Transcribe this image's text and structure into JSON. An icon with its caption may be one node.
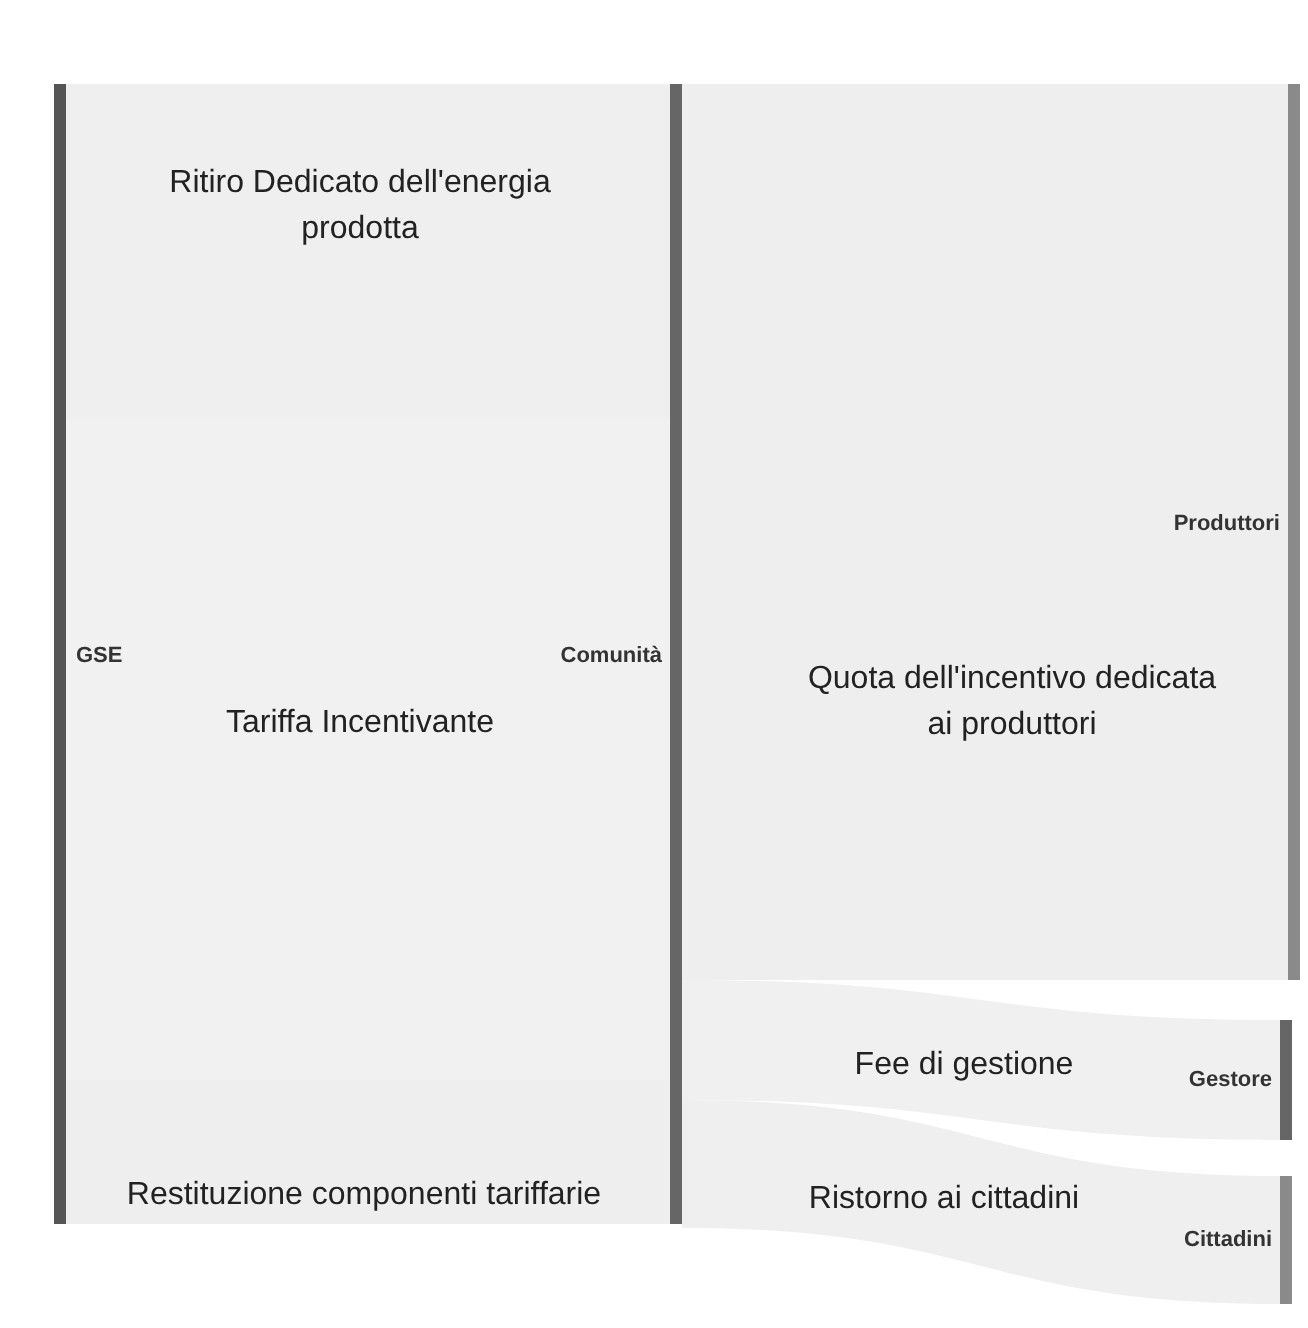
{
  "diagram": {
    "nodes": [
      {
        "text": [
          "GSE"
        ]
      },
      {
        "text": [
          "Comunità"
        ]
      },
      {
        "text": [
          "Produttori"
        ]
      },
      {
        "text": [
          "Gestore"
        ]
      },
      {
        "text": [
          "Cittadini"
        ]
      }
    ],
    "edges": [
      {
        "from": 0,
        "to": 1,
        "arrow": "none",
        "label": "Ritiro Dedicato dell'energia prodotta"
      },
      {
        "from": 0,
        "to": 1,
        "arrow": "none",
        "label": "Tariffa Incentivante"
      },
      {
        "from": 0,
        "to": 1,
        "arrow": "none",
        "label": "Restituzione componenti tariffarie"
      },
      {
        "from": 1,
        "to": 2,
        "arrow": "none",
        "label": "Quota dell'incentivo dedicata ai produttori"
      },
      {
        "from": 1,
        "to": 3,
        "arrow": "none",
        "label": "Fee di gestione"
      },
      {
        "from": 1,
        "to": 4,
        "arrow": "none",
        "label": "Ristorno ai cittadini"
      }
    ]
  }
}
